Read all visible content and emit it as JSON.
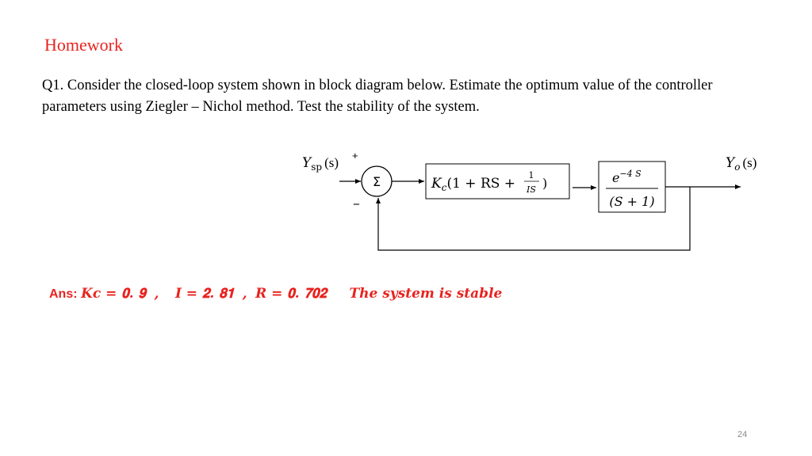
{
  "slide": {
    "title": "Homework",
    "question": "Q1. Consider the closed-loop system shown in block diagram below. Estimate the optimum value of the controller parameters using Ziegler – Nichol method. Test the stability of the system.",
    "page_number": "24"
  },
  "diagram": {
    "input_label_var": "Y",
    "input_label_sub": "sp",
    "input_label_arg": "(s)",
    "plus_sign": "+",
    "minus_sign": "−",
    "summer_symbol": "Σ",
    "controller_prefix": "K",
    "controller_prefix_sub": "c",
    "controller_mid": "(1 + RS +",
    "controller_frac_num": "1",
    "controller_frac_den": "IS",
    "controller_close": ")",
    "plant_num_base": "e",
    "plant_num_exp": "−4 S",
    "plant_den": "(S + 1)",
    "output_label_var": "Y",
    "output_label_sub": "o",
    "output_label_arg": "(s)"
  },
  "answer": {
    "label": "Ans:",
    "kc": "𝑲𝒄 = 𝟎. 𝟗",
    "sep1": ",",
    "i_val": "𝑰 = 𝟐. 𝟖𝟏",
    "sep2": ",",
    "r_val": "𝑹 = 𝟎. 𝟕𝟎𝟐",
    "conclusion": "𝑻𝒉𝒆 𝒔𝒚𝒔𝒕𝒆𝒎 𝒊𝒔 𝒔𝒕𝒂𝒃𝒍𝒆"
  }
}
